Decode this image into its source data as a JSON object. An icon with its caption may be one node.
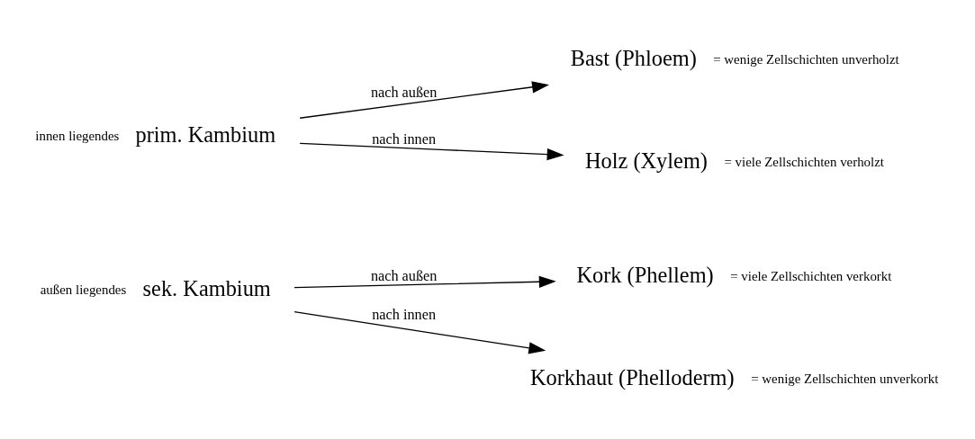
{
  "diagram": {
    "nodes": [
      {
        "text": [
          "sek. Kambium"
        ],
        "beside": [
          "außen liegendes"
        ]
      },
      {
        "text": [
          "Kork (Phellem)"
        ],
        "beside": [
          "= viele Zellschichten verkorkt"
        ]
      },
      {
        "text": [
          "Korkhaut (Phelloderm)"
        ],
        "beside": [
          "= wenige Zellschichten unverkorkt"
        ]
      },
      {
        "text": [
          "prim. Kambium"
        ],
        "beside": [
          "innen liegendes"
        ]
      },
      {
        "text": [
          "Bast (Phloem)"
        ],
        "beside": [
          "= wenige Zellschichten unverholzt"
        ]
      },
      {
        "text": [
          "Holz (Xylem)"
        ],
        "beside": [
          "= viele Zellschichten verholzt"
        ]
      }
    ],
    "edges": [
      {
        "from": 0,
        "to": 1,
        "arrow": "to",
        "label": "nach außen"
      },
      {
        "from": 0,
        "to": 2,
        "arrow": "to",
        "label": "nach innen"
      },
      {
        "from": 3,
        "to": 4,
        "arrow": "to",
        "label": "nach außen"
      },
      {
        "from": 3,
        "to": 5,
        "arrow": "to",
        "label": "nach innen"
      }
    ]
  }
}
